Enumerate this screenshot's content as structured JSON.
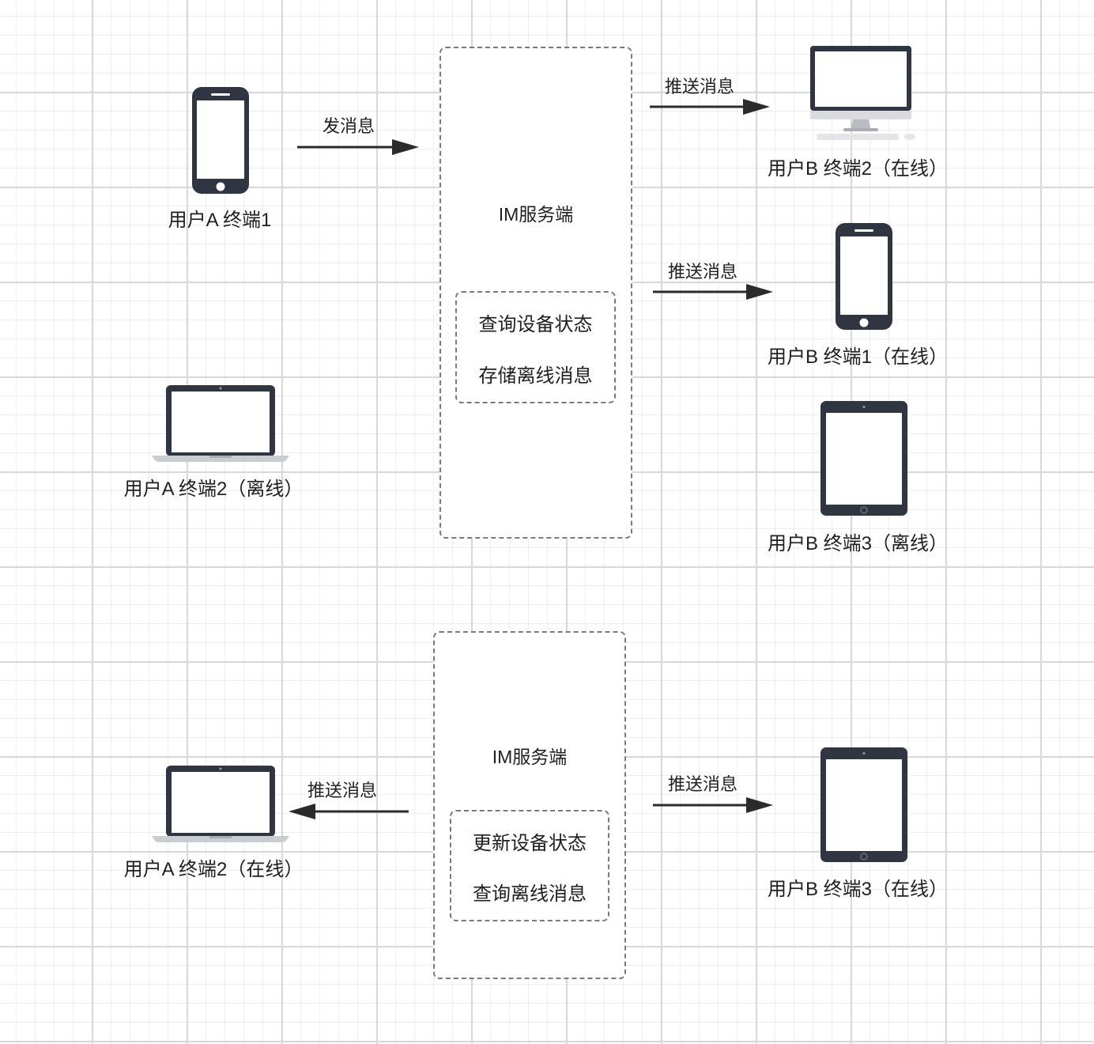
{
  "top": {
    "server": {
      "title": "IM服务端",
      "inner_lines": [
        "查询设备状态",
        "存储离线消息"
      ]
    },
    "user_a_device1": {
      "label": "用户A 终端1",
      "icon": "phone-icon"
    },
    "user_a_device2": {
      "label": "用户A 终端2（离线）",
      "icon": "laptop-icon"
    },
    "user_b_device2": {
      "label": "用户B 终端2（在线）",
      "icon": "desktop-icon"
    },
    "user_b_device1": {
      "label": "用户B 终端1（在线）",
      "icon": "phone-icon"
    },
    "user_b_device3": {
      "label": "用户B 终端3（离线）",
      "icon": "tablet-icon"
    },
    "arrows": {
      "send": "发消息",
      "push_1": "推送消息",
      "push_2": "推送消息"
    }
  },
  "bottom": {
    "server": {
      "title": "IM服务端",
      "inner_lines": [
        "更新设备状态",
        "查询离线消息"
      ]
    },
    "user_a_device2": {
      "label": "用户A 终端2（在线）",
      "icon": "laptop-icon"
    },
    "user_b_device3": {
      "label": "用户B 终端3（在线）",
      "icon": "tablet-icon"
    },
    "arrows": {
      "push_left": "推送消息",
      "push_right": "推送消息"
    }
  },
  "colors": {
    "device": "#2f3541",
    "screen": "#ffffff",
    "arrow": "#2b2b2b",
    "dash": "#7a7a7a"
  }
}
